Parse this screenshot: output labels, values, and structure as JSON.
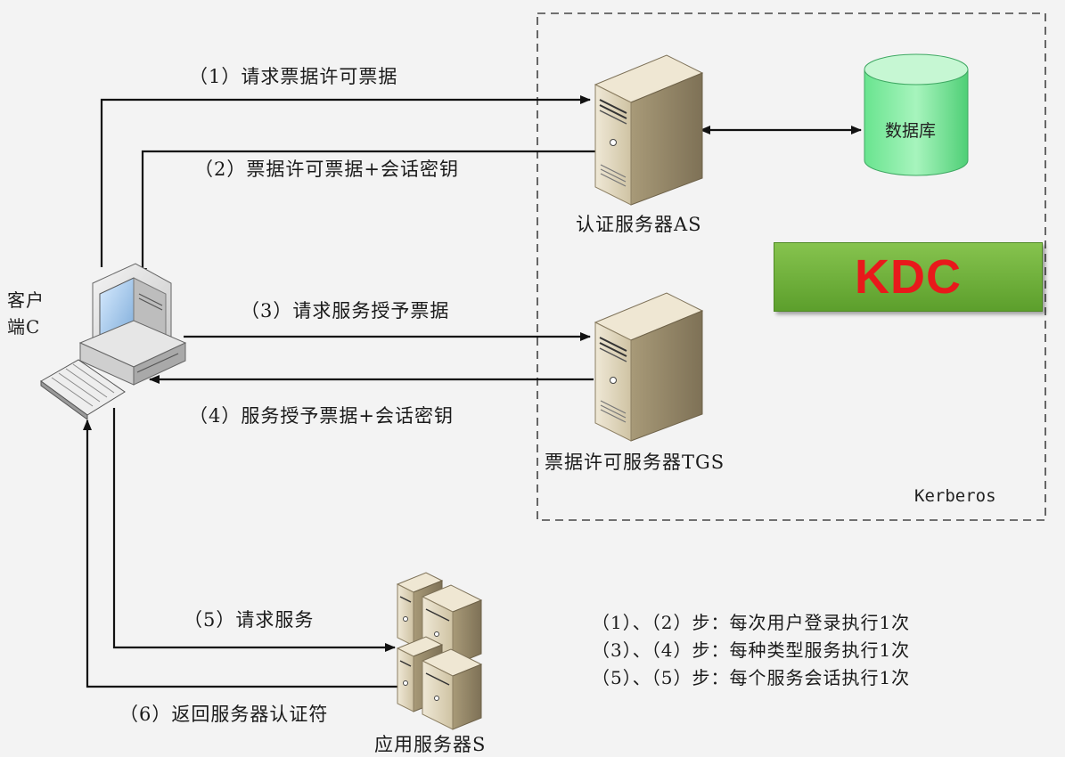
{
  "diagram": {
    "kdc_title": "KDC",
    "realm_label": "Kerberos",
    "nodes": {
      "client": {
        "label_line1": "客户",
        "label_line2": "端C"
      },
      "as": {
        "label": "认证服务器AS"
      },
      "tgs": {
        "label": "票据许可服务器TGS"
      },
      "database": {
        "label": "数据库"
      },
      "app_server": {
        "label": "应用服务器S"
      }
    },
    "steps": [
      {
        "label": "（1）请求票据许可票据"
      },
      {
        "label": "（2）票据许可票据+会话密钥"
      },
      {
        "label": "（3）请求服务授予票据"
      },
      {
        "label": "（4）服务授予票据+会话密钥"
      },
      {
        "label": "（5）请求服务"
      },
      {
        "label": "（6）返回服务器认证符"
      }
    ],
    "notes": [
      "（1）、（2）步：每次用户登录执行1次",
      "（3）、（4）步：每种类型服务执行1次",
      "（5）、（5）步：每个服务会话执行1次"
    ]
  }
}
